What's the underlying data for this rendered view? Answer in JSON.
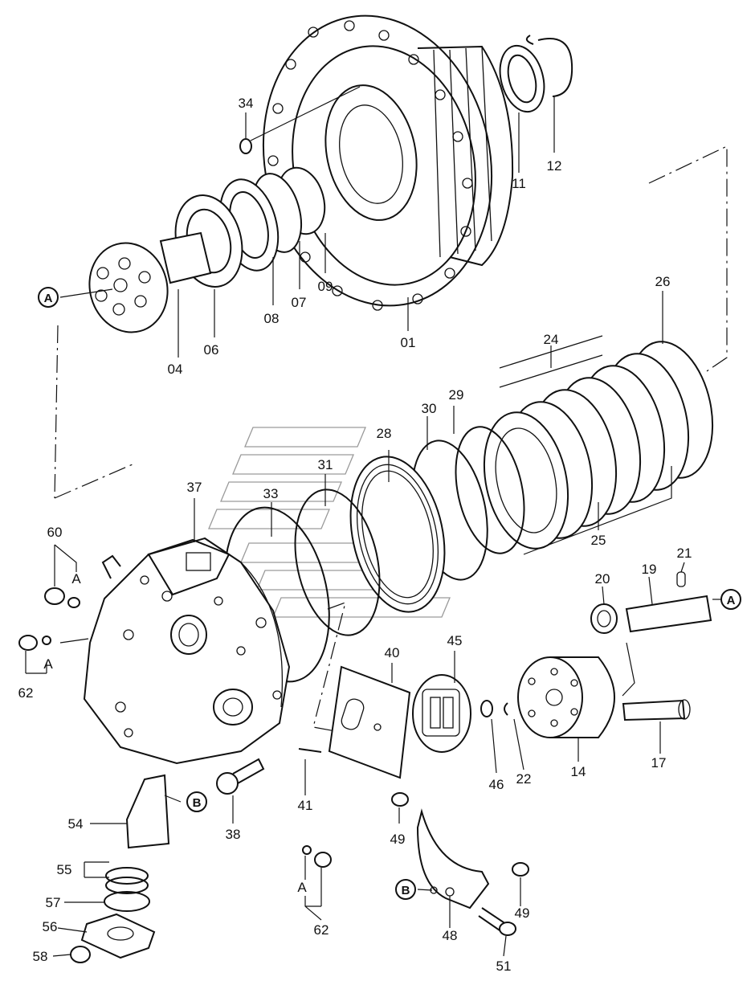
{
  "labels": [
    {
      "id": "l01",
      "text": "01"
    },
    {
      "id": "l04",
      "text": "04"
    },
    {
      "id": "l06",
      "text": "06"
    },
    {
      "id": "l07",
      "text": "07"
    },
    {
      "id": "l08",
      "text": "08"
    },
    {
      "id": "l09",
      "text": "09"
    },
    {
      "id": "l11",
      "text": "11"
    },
    {
      "id": "l12",
      "text": "12"
    },
    {
      "id": "l14",
      "text": "14"
    },
    {
      "id": "l17",
      "text": "17"
    },
    {
      "id": "l19",
      "text": "19"
    },
    {
      "id": "l20",
      "text": "20"
    },
    {
      "id": "l21",
      "text": "21"
    },
    {
      "id": "l22",
      "text": "22"
    },
    {
      "id": "l24",
      "text": "24"
    },
    {
      "id": "l25",
      "text": "25"
    },
    {
      "id": "l26",
      "text": "26"
    },
    {
      "id": "l28",
      "text": "28"
    },
    {
      "id": "l29",
      "text": "29"
    },
    {
      "id": "l30",
      "text": "30"
    },
    {
      "id": "l31",
      "text": "31"
    },
    {
      "id": "l33",
      "text": "33"
    },
    {
      "id": "l34",
      "text": "34"
    },
    {
      "id": "l37",
      "text": "37"
    },
    {
      "id": "l38",
      "text": "38"
    },
    {
      "id": "l40",
      "text": "40"
    },
    {
      "id": "l41",
      "text": "41"
    },
    {
      "id": "l45",
      "text": "45"
    },
    {
      "id": "l46",
      "text": "46"
    },
    {
      "id": "l48",
      "text": "48"
    },
    {
      "id": "l49a",
      "text": "49"
    },
    {
      "id": "l49b",
      "text": "49"
    },
    {
      "id": "l51",
      "text": "51"
    },
    {
      "id": "l54",
      "text": "54"
    },
    {
      "id": "l55",
      "text": "55"
    },
    {
      "id": "l56",
      "text": "56"
    },
    {
      "id": "l57",
      "text": "57"
    },
    {
      "id": "l58",
      "text": "58"
    },
    {
      "id": "l60",
      "text": "60"
    },
    {
      "id": "l62a",
      "text": "62"
    },
    {
      "id": "l62b",
      "text": "62"
    },
    {
      "id": "lA1",
      "text": "A"
    },
    {
      "id": "lA2",
      "text": "A"
    }
  ],
  "refs": [
    {
      "id": "cA1",
      "text": "A"
    },
    {
      "id": "cA2",
      "text": "A"
    },
    {
      "id": "cB1",
      "text": "B"
    },
    {
      "id": "cB2",
      "text": "B"
    }
  ]
}
